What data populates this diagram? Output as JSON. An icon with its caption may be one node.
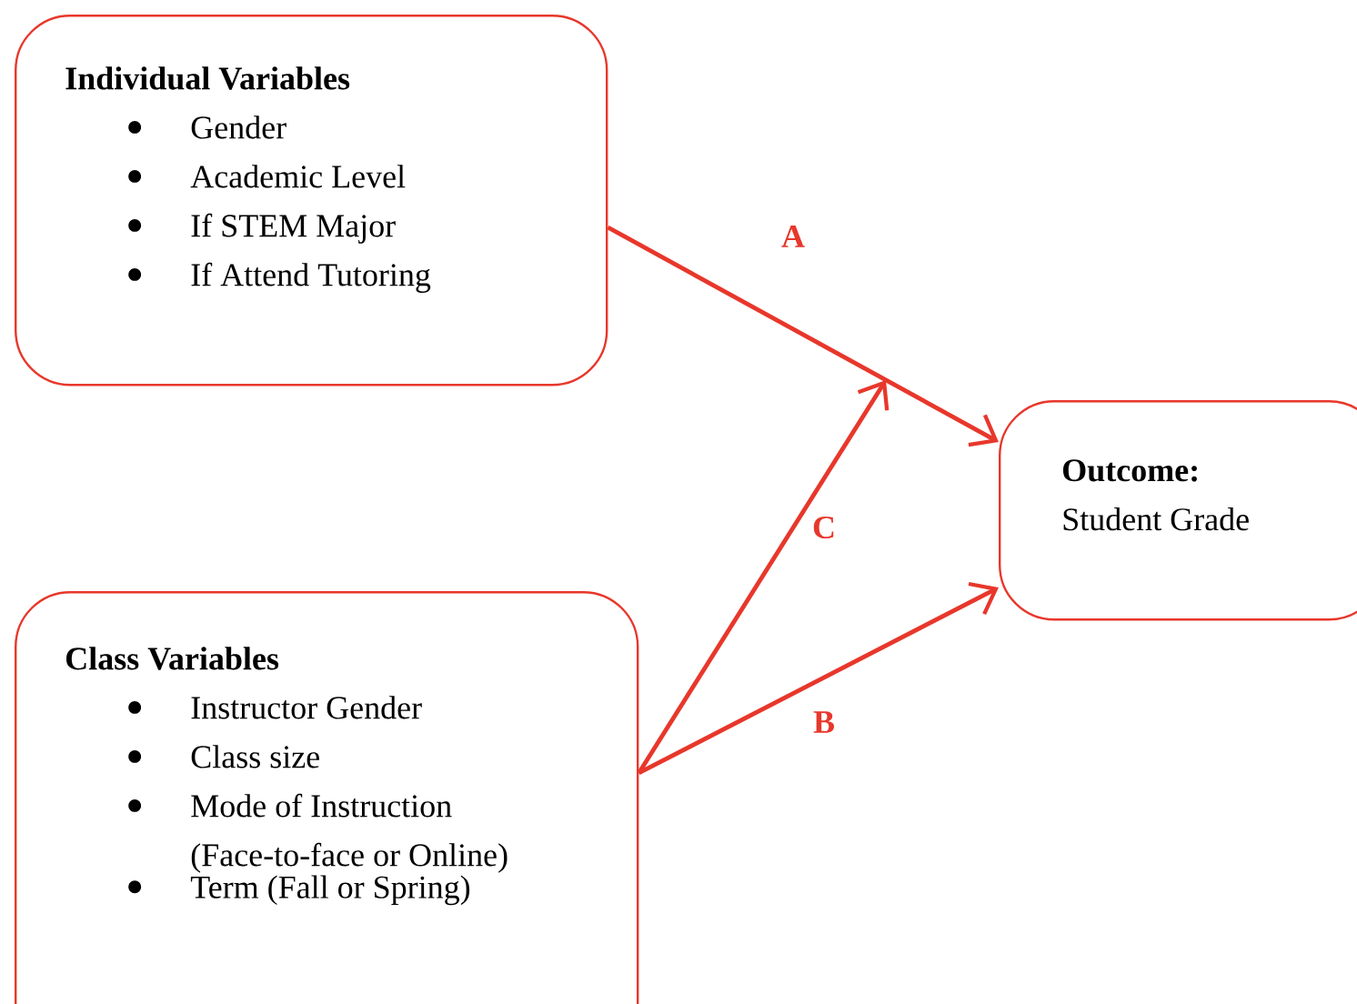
{
  "diagram": {
    "nodes": [
      {
        "text": [
          "Individual Variables",
          "Gender",
          "Academic Level",
          "If STEM Major",
          "If Attend Tutoring"
        ]
      },
      {
        "text": [
          "Class Variables",
          "Instructor Gender",
          "Class size",
          "Mode of Instruction (Face-to-face or Online)",
          "Term (Fall or Spring)"
        ]
      },
      {
        "text": [
          "Outcome:",
          "Student Grade"
        ]
      }
    ],
    "edges": [
      {
        "from": 0,
        "to": 2,
        "arrow": "to",
        "label": "A"
      },
      {
        "from": 1,
        "to": 2,
        "arrow": "to",
        "label": "B"
      },
      {
        "from": 1,
        "to": null,
        "arrow": "to",
        "label": "C"
      }
    ]
  }
}
